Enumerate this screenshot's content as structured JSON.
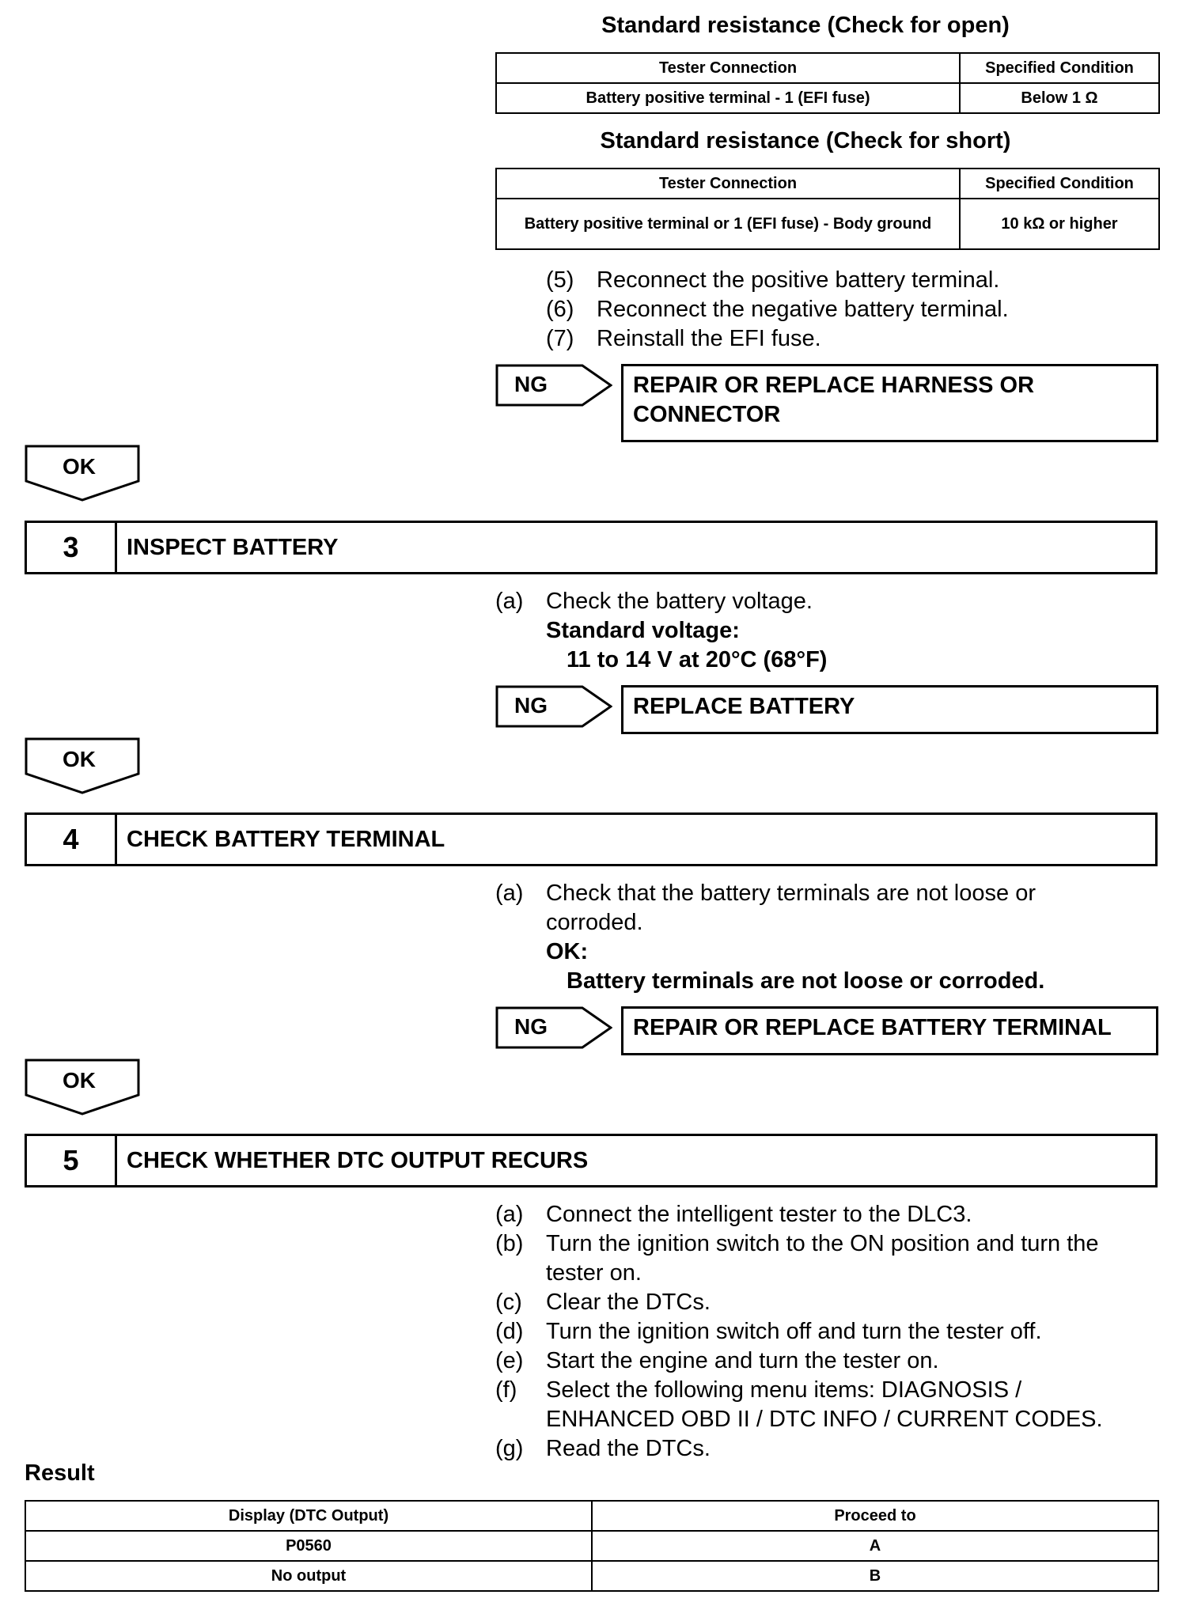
{
  "open_check": {
    "caption": "Standard resistance (Check for open)",
    "headers": [
      "Tester Connection",
      "Specified Condition"
    ],
    "rows": [
      [
        "Battery positive terminal - 1 (EFI fuse)",
        "Below 1 Ω"
      ]
    ]
  },
  "short_check": {
    "caption": "Standard resistance (Check for short)",
    "headers": [
      "Tester Connection",
      "Specified Condition"
    ],
    "rows": [
      [
        "Battery positive terminal or 1 (EFI fuse) - Body ground",
        "10 kΩ or higher"
      ]
    ]
  },
  "step2_tail": [
    {
      "label": "(5)",
      "text": "Reconnect the positive battery terminal."
    },
    {
      "label": "(6)",
      "text": "Reconnect the negative battery terminal."
    },
    {
      "label": "(7)",
      "text": "Reinstall the EFI fuse."
    }
  ],
  "ng_label": "NG",
  "ok_label": "OK",
  "ng_actions": [
    "REPAIR OR REPLACE HARNESS OR CONNECTOR",
    "REPLACE BATTERY",
    "REPAIR OR REPLACE BATTERY TERMINAL"
  ],
  "step3": {
    "number": "3",
    "title": "INSPECT BATTERY",
    "label": "(a)",
    "text": "Check the battery voltage.",
    "spec_label": "Standard voltage:",
    "spec_value": "11 to 14 V at 20°C (68°F)"
  },
  "step4": {
    "number": "4",
    "title": "CHECK BATTERY TERMINAL",
    "label": "(a)",
    "text": "Check that the battery terminals are not loose or corroded.",
    "spec_label": "OK:",
    "spec_value": "Battery terminals are not loose or corroded."
  },
  "step5": {
    "number": "5",
    "title": "CHECK WHETHER DTC OUTPUT RECURS",
    "items": [
      {
        "label": "(a)",
        "text": "Connect the intelligent tester to the DLC3."
      },
      {
        "label": "(b)",
        "text": "Turn the ignition switch to the ON position and turn the tester on."
      },
      {
        "label": "(c)",
        "text": "Clear the DTCs."
      },
      {
        "label": "(d)",
        "text": "Turn the ignition switch off and turn the tester off."
      },
      {
        "label": "(e)",
        "text": "Start the engine and turn the tester on."
      },
      {
        "label": "(f)",
        "text": "Select the following menu items: DIAGNOSIS / ENHANCED OBD II / DTC INFO / CURRENT CODES."
      },
      {
        "label": "(g)",
        "text": "Read the DTCs."
      }
    ]
  },
  "result": {
    "heading": "Result",
    "headers": [
      "Display (DTC Output)",
      "Proceed to"
    ],
    "rows": [
      [
        "P0560",
        "A"
      ],
      [
        "No output",
        "B"
      ]
    ]
  }
}
